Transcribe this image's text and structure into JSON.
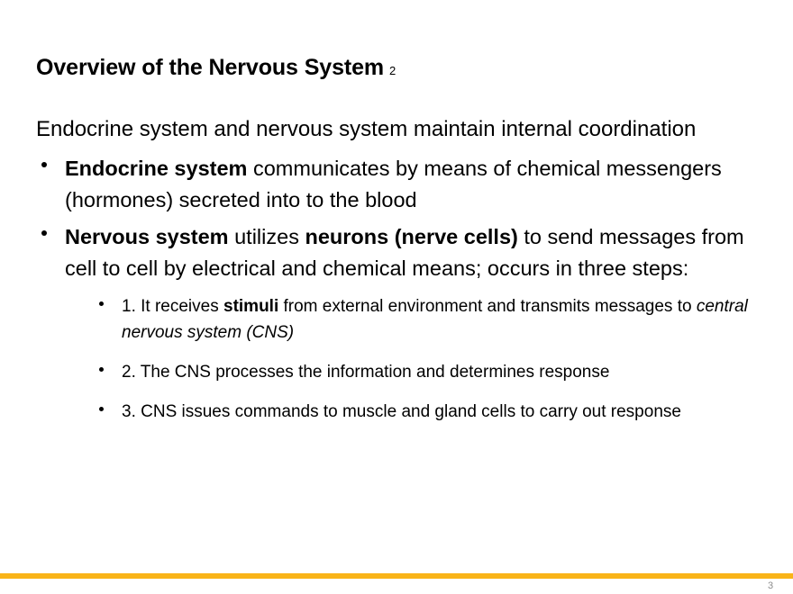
{
  "slide": {
    "title": "Overview of the Nervous System",
    "title_suffix": "2",
    "intro": "Endocrine system and nervous system maintain internal coordination",
    "bullets": [
      {
        "id": "endocrine-system",
        "parts": [
          {
            "text": "Endocrine system",
            "style": "bold"
          },
          {
            "text": " communicates by means of chemical messengers (hormones) secreted into to the blood",
            "style": "normal"
          }
        ]
      },
      {
        "id": "nervous-system",
        "parts": [
          {
            "text": "Nervous system",
            "style": "bold"
          },
          {
            "text": " utilizes ",
            "style": "normal"
          },
          {
            "text": "neurons (nerve cells)",
            "style": "bold"
          },
          {
            "text": " to send messages from cell to cell by electrical and chemical means; occurs in three steps:",
            "style": "normal"
          }
        ]
      }
    ],
    "sub_bullets": [
      {
        "id": "step-1",
        "parts": [
          {
            "text": "1. It receives ",
            "style": "normal"
          },
          {
            "text": "stimuli",
            "style": "bold"
          },
          {
            "text": " from external environment and transmits messages to ",
            "style": "normal"
          },
          {
            "text": "central nervous system (CNS)",
            "style": "italic"
          }
        ]
      },
      {
        "id": "step-2",
        "parts": [
          {
            "text": "2. The CNS processes the information and determines response",
            "style": "normal"
          }
        ]
      },
      {
        "id": "step-3",
        "parts": [
          {
            "text": "3. CNS issues commands to muscle and gland cells to carry out response",
            "style": "normal"
          }
        ]
      }
    ],
    "footer": {
      "rule_color": "#f9b418",
      "page_number": "3",
      "page_number_color": "#8c8c8c"
    }
  }
}
